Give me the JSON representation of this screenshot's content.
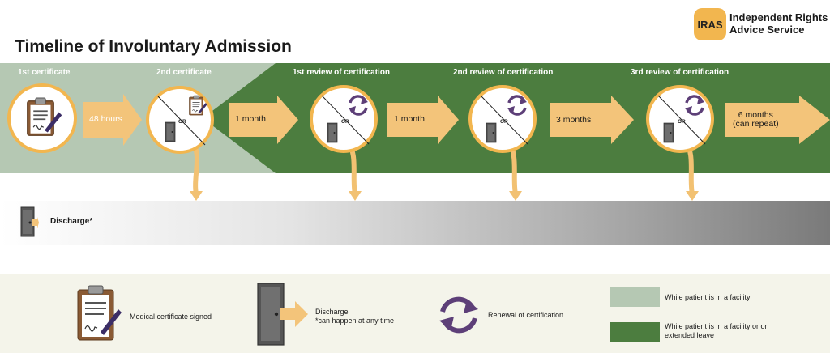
{
  "title": "Timeline of Involuntary Admission",
  "logo": {
    "badge": "IRAS",
    "line1": "Independent Rights",
    "line2": "Advice Service"
  },
  "stages": [
    {
      "label": "1st certificate"
    },
    {
      "label": "2nd certificate"
    },
    {
      "label": "1st review of certification"
    },
    {
      "label": "2nd review of certification"
    },
    {
      "label": "3rd review of certification"
    }
  ],
  "arrows": [
    {
      "label": "48 hours"
    },
    {
      "label": "1 month"
    },
    {
      "label": "1 month"
    },
    {
      "label": "3 months"
    },
    {
      "label_line1": "6 months",
      "label_line2": "(can repeat)"
    }
  ],
  "circle_or_label": "OR",
  "discharge_label": "Discharge*",
  "legend": {
    "certificate": "Medical certificate signed",
    "discharge_line1": "Discharge",
    "discharge_line2": "*can happen at any time",
    "renewal": "Renewal of certification",
    "light_green": "While patient is in a facility",
    "dark_green_line1": "While patient is in a facility or on",
    "dark_green_line2": "extended leave"
  },
  "colors": {
    "light_green": "#b5c8b3",
    "dark_green": "#4c7d3f",
    "orange": "#f3c47a",
    "circle_border": "#f2b64f",
    "purple": "#5d3f78"
  }
}
